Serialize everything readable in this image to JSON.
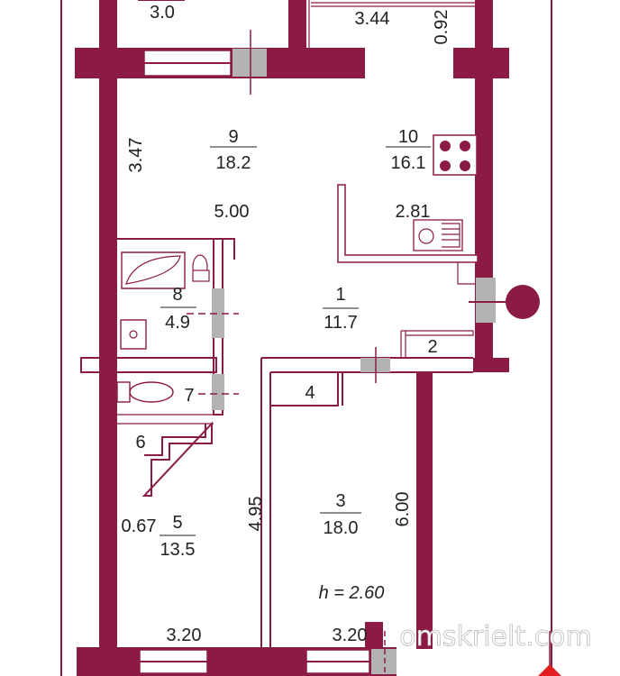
{
  "rooms": [
    {
      "number": "9",
      "area": "18.2"
    },
    {
      "number": "10",
      "area": "16.1"
    },
    {
      "number": "8",
      "area": "4.9"
    },
    {
      "number": "1",
      "area": "11.7"
    },
    {
      "number": "2"
    },
    {
      "number": "7"
    },
    {
      "number": "4"
    },
    {
      "number": "6"
    },
    {
      "number": "5",
      "area": "13.5"
    },
    {
      "number": "3",
      "area": "18.0"
    }
  ],
  "top_room_area": "3.0",
  "dimensions": {
    "d344": "3.44",
    "d092": "0.92",
    "d347": "3.47",
    "d500": "5.00",
    "d281": "2.81",
    "d067": "0.67",
    "d495": "4.95",
    "d600": "6.00",
    "d320a": "3.20",
    "d320b": "3.20"
  },
  "ceiling_height": "h = 2.60",
  "watermark": "omskrielt.com",
  "colors": {
    "wall": "#8b1a45",
    "door": "#b3b3b3",
    "entrance_marker": "#8b1a45"
  }
}
